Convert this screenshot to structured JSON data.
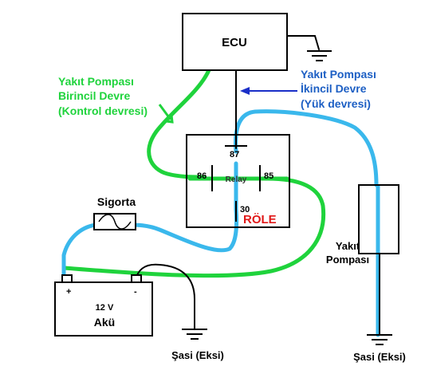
{
  "colors": {
    "primary_circuit": "#1fd33c",
    "secondary_circuit": "#3ab8ec",
    "secondary_label": "#1d5fc4",
    "arrow": "#1a2fc8",
    "relay_label": "#e01818",
    "wire": "#000000"
  },
  "labels": {
    "ecu": "ECU",
    "primary_line1": "Yakıt Pompası",
    "primary_line2": "Birincil Devre",
    "primary_line3": "(Kontrol devresi)",
    "secondary_line1": "Yakıt Pompası",
    "secondary_line2": "İkincil Devre",
    "secondary_line3": "(Yük devresi)",
    "fuse": "Sigorta",
    "relay_text": "Relay",
    "relay_name": "RÖLE",
    "pin_87": "87",
    "pin_86": "86",
    "pin_85": "85",
    "pin_30": "30",
    "battery_voltage": "12 V",
    "battery_name": "Akü",
    "battery_plus": "+",
    "battery_minus": "-",
    "pump_line1": "Yakıt",
    "pump_line2": "Pompası",
    "ground_left": "Şasi (Eksi)",
    "ground_right": "Şasi (Eksi)"
  }
}
